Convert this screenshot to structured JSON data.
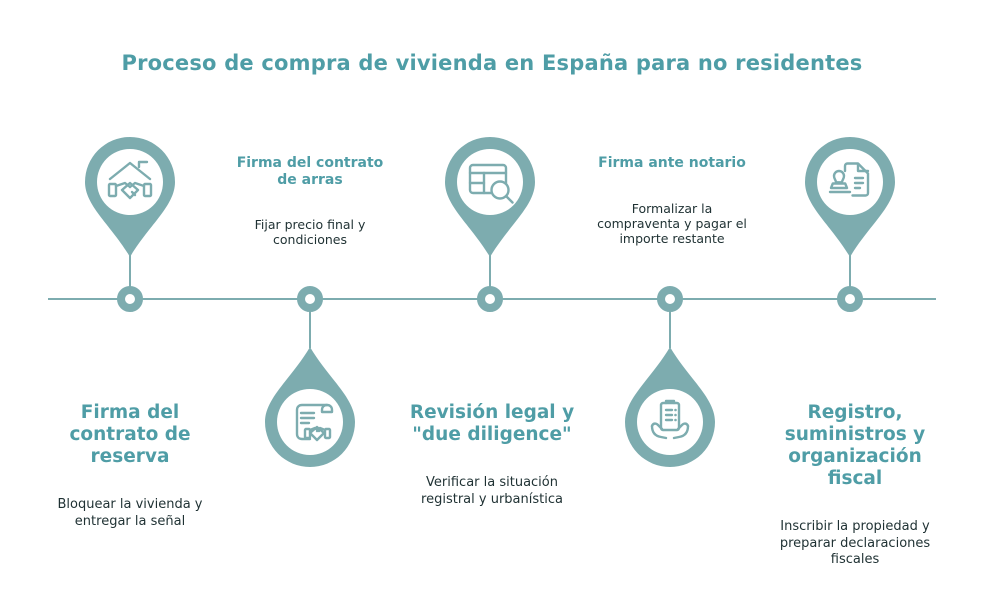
{
  "title": "Proceso de compra de vivienda en España para no residentes",
  "colors": {
    "pin_teal": "#7DACAF",
    "heading_teal": "#4F9DA6",
    "dark_text": "#1F3133",
    "background": "#FFFFFF"
  },
  "timeline": {
    "steps": [
      {
        "order": 1,
        "pin_position": "above-line",
        "icon": "house-handshake-icon",
        "title_lines": [
          "Firma del",
          "contrato de",
          "reserva"
        ],
        "desc_lines": [
          "Bloquear la vivienda y",
          "entregar la señal"
        ]
      },
      {
        "order": 2,
        "pin_position": "below-line",
        "icon": "contract-handshake-icon",
        "title_lines": [
          "Firma del contrato",
          "de arras"
        ],
        "desc_lines": [
          "Fijar precio final y",
          "condiciones"
        ]
      },
      {
        "order": 3,
        "pin_position": "above-line",
        "icon": "table-magnifier-icon",
        "title_lines": [
          "Revisión legal y",
          "\"due diligence\""
        ],
        "desc_lines": [
          "Verificar la situación",
          "registral y urbanística"
        ]
      },
      {
        "order": 4,
        "pin_position": "below-line",
        "icon": "hands-document-icon",
        "title_lines": [
          "Firma ante notario"
        ],
        "desc_lines": [
          "Formalizar la",
          "compraventa y pagar el",
          "importe restante"
        ]
      },
      {
        "order": 5,
        "pin_position": "above-line",
        "icon": "document-stamp-icon",
        "title_lines": [
          "Registro,",
          "suministros y",
          "organización",
          "fiscal"
        ],
        "desc_lines": [
          "Inscribir la propiedad y",
          "preparar declaraciones",
          "fiscales"
        ]
      }
    ]
  }
}
